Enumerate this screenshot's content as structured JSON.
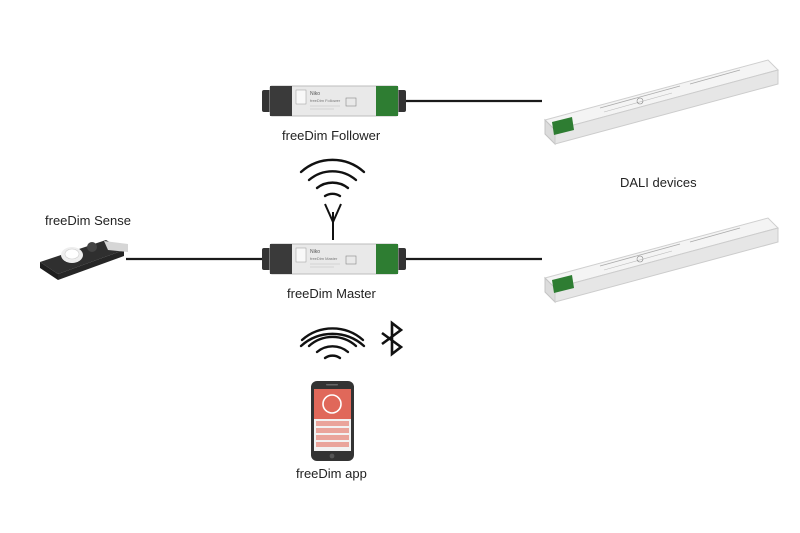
{
  "labels": {
    "follower": "freeDim Follower",
    "master": "freeDim Master",
    "sense": "freeDim Sense",
    "dali": "DALI devices",
    "app": "freeDim app"
  },
  "device_text": {
    "brand": "Niko",
    "follower_model": "freeDim Follower",
    "master_model": "freeDim Master"
  },
  "colors": {
    "line": "#1a1a1a",
    "module_body": "#e9e9e9",
    "module_cap": "#333333",
    "terminal_green": "#2e7d32",
    "driver_body": "#f4f4f4",
    "app_accent": "#e0685a"
  },
  "icons": [
    "wireless-signal-icon",
    "antenna-icon",
    "bluetooth-icon"
  ]
}
